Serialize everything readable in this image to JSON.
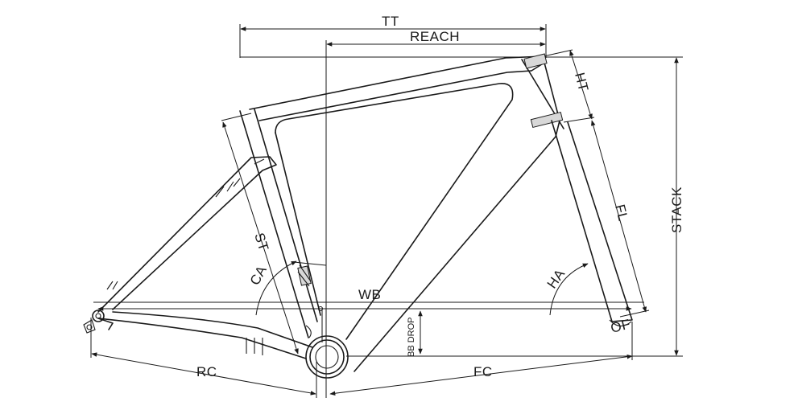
{
  "labels": {
    "tt": "TT",
    "reach": "REACH",
    "ht": "HT",
    "stack": "STACK",
    "fl": "FL",
    "st": "ST",
    "ca": "CA",
    "wb": "WB",
    "ha": "HA",
    "bb_drop": "BB DROP",
    "of": "OF",
    "rc": "RC",
    "fc": "FC"
  },
  "colors": {
    "line": "#1a1a1a",
    "background": "#ffffff"
  }
}
